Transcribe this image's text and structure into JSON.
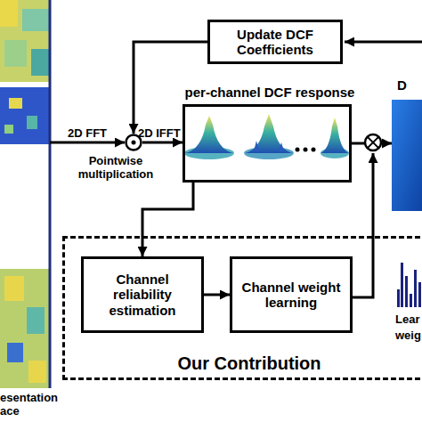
{
  "diagram": {
    "nodes": [
      {
        "text": [
          "esentation ace"
        ]
      },
      {
        "text": [
          "Update DCF Coefficients"
        ]
      },
      {
        "text": [
          "Pointwise multiplication"
        ]
      },
      {
        "text": [
          "per-channel DCF response"
        ]
      },
      {
        "text": [
          "D"
        ]
      },
      {
        "text": [
          "Our Contribution"
        ]
      },
      {
        "text": [
          "Channel reliability estimation"
        ],
        "in": 5
      },
      {
        "text": [
          "Channel weight learning"
        ],
        "in": 5
      }
    ],
    "edges": [
      {
        "from": 0,
        "to": 2,
        "label": "2D FFT",
        "arrow": "to"
      },
      {
        "from": 1,
        "to": 2,
        "arrow": "to"
      },
      {
        "from": 2,
        "to": 3,
        "label": "2D IFFT",
        "arrow": "to"
      },
      {
        "from": 3,
        "to": 6,
        "arrow": "to"
      },
      {
        "from": 6,
        "to": 7,
        "arrow": "to"
      },
      {
        "from": 3,
        "to": 4,
        "arrow": "to"
      }
    ],
    "labels": [
      "Lear",
      "weig"
    ]
  }
}
